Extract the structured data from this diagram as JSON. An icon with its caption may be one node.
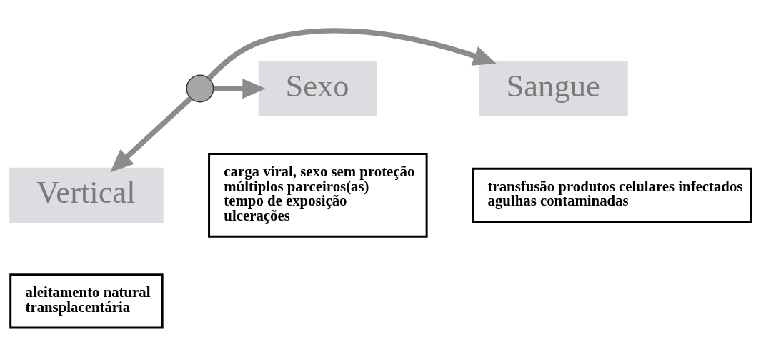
{
  "diagram": {
    "nodes": [
      {
        "text": [
          "Sangue"
        ]
      },
      {
        "text": [],
        "shape": "point"
      },
      {
        "text": [
          "Sexo"
        ]
      },
      {
        "text": [
          "transfusão produtos celulares infectados",
          "agulhas contaminadas"
        ]
      },
      {
        "text": [
          "Vertical"
        ]
      },
      {
        "text": [
          "carga viral, sexo sem proteção",
          "múltiplos parceiros(as)",
          "tempo de exposição",
          "ulcerações"
        ]
      },
      {
        "text": [
          "aleitamento natural",
          "transplacentária"
        ]
      }
    ],
    "edges": [
      {
        "from": 1,
        "to": 0,
        "arrow": "to"
      },
      {
        "from": 1,
        "to": 2,
        "arrow": "to"
      },
      {
        "from": 1,
        "to": 4,
        "arrow": "to"
      }
    ]
  }
}
